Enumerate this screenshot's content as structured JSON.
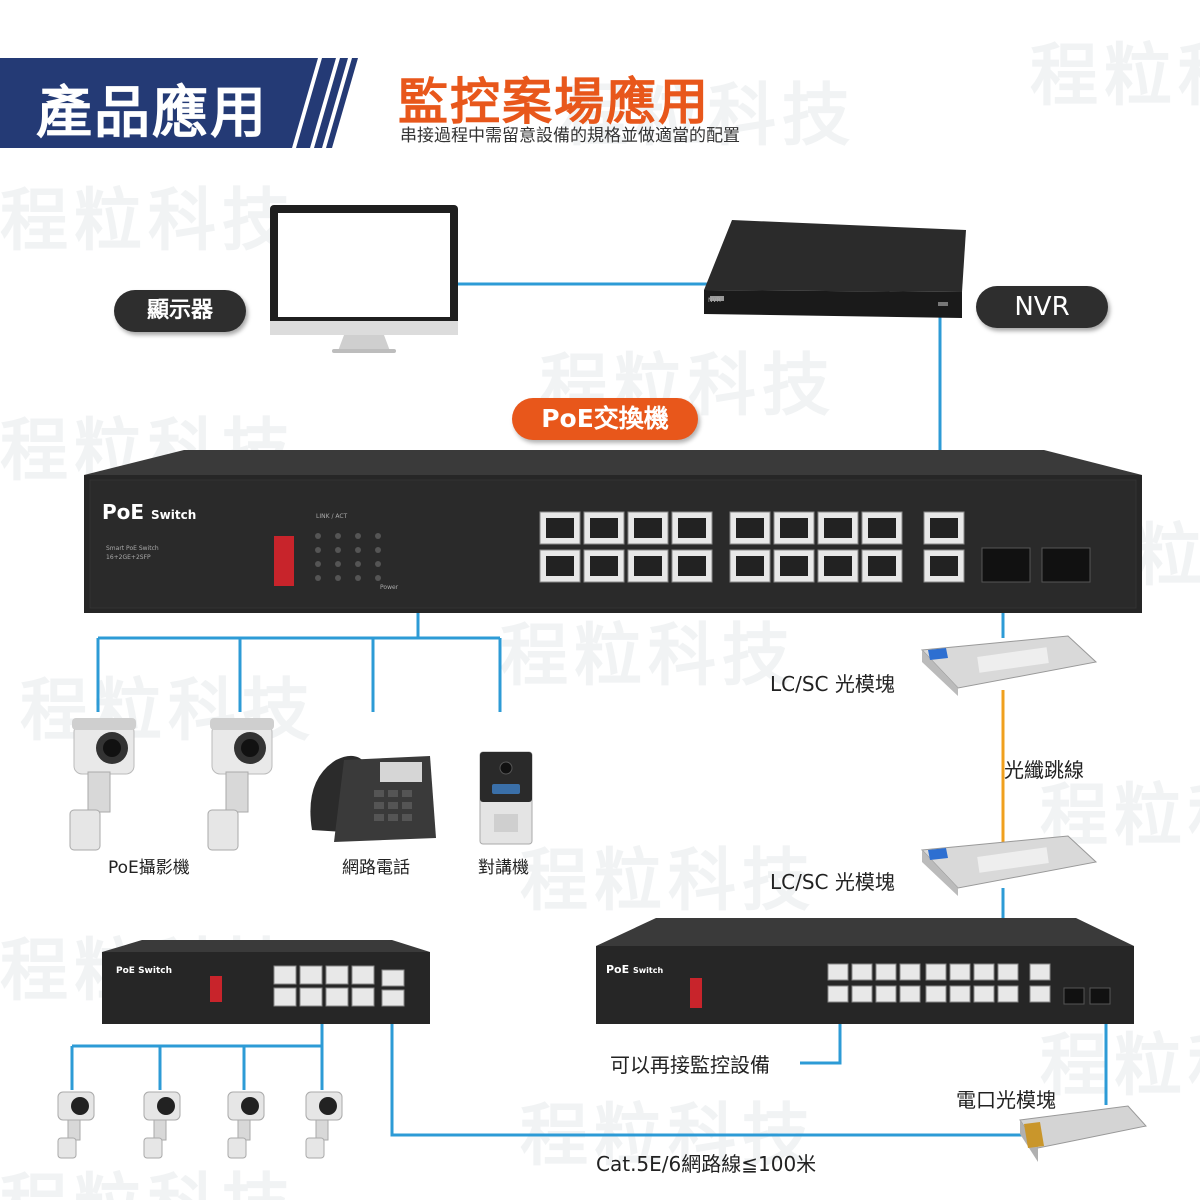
{
  "header": {
    "badge_title": "產品應用",
    "main_title": "監控案場應用",
    "subtitle": "串接過程中需留意設備的規格並做適當的配置"
  },
  "watermark_text": "程粒科技",
  "devices": {
    "monitor": "顯示器",
    "nvr": "NVR",
    "poe_switch": "PoE交換機",
    "poe_camera": "PoE攝影機",
    "ip_phone": "網路電話",
    "intercom": "對講機",
    "sfp_top": "LC/SC 光模塊",
    "fiber_patch": "光纖跳線",
    "sfp_bottom": "LC/SC 光模塊",
    "more_devices": "可以再接監控設備",
    "rj45_sfp": "電口光模塊",
    "cable": "Cat.5E/6網路線≦100米"
  },
  "switch_faceplate": {
    "brand_main": "PoE",
    "brand_sub": "Switch",
    "model_line1": "Smart PoE Switch",
    "model_line2": "16+2GE+2SFP",
    "link_act": "LINK / ACT",
    "power": "Power",
    "small_brand_main": "PoE",
    "small_brand_sub": "Switch",
    "nvr_logo": "NVR"
  },
  "colors": {
    "navy": "#243a75",
    "orange": "#e8571b",
    "blue_line": "#2d9bd6",
    "fiber": "#f0a01e",
    "dark_pill": "#2e2e2e"
  }
}
